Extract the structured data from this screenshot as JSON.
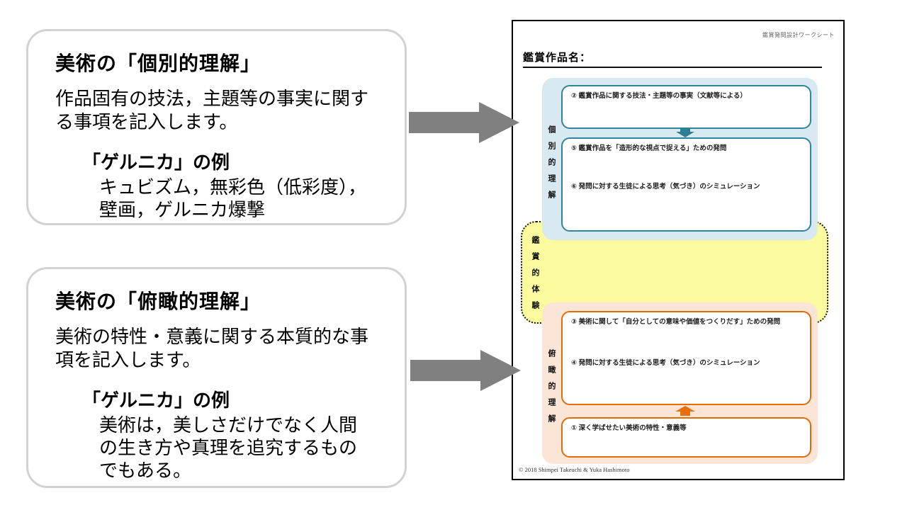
{
  "callouts": [
    {
      "title": "美術の「個別的理解」",
      "body": "作品固有の技法，主題等の事実に関す\nる事項を記入します。",
      "example_label": "「ゲルニカ」の例",
      "example_text": "キュビズム，無彩色（低彩度），\n壁画，ゲルニカ爆撃"
    },
    {
      "title": "美術の「俯瞰的理解」",
      "body": "美術の特性・意義に関する本質的な事\n項を記入します。",
      "example_label": "「ゲルニカ」の例",
      "example_text": "美術は，美しさだけでなく人間\nの生き方や真理を追究するもの\nでもある。"
    }
  ],
  "worksheet": {
    "page_label": "鑑賞発問設計ワークシート",
    "heading": "鑑賞作品名：",
    "sections": {
      "individual": {
        "vertical_label": "個別的理解",
        "box2": "② 鑑賞作品に関する技法・主題等の事実（文献等による）",
        "box5": "⑤ 鑑賞作品を「造形的な視点で捉える」ための発問",
        "box6": "⑥ 発問に対する生徒による思考（気づき）のシミュレーション"
      },
      "experience": {
        "vertical_label": "鑑賞的体験"
      },
      "overview": {
        "vertical_label": "俯瞰的理解",
        "box3": "③ 美術に関して「自分としての意味や価値をつくりだす」ための発問",
        "box4": "④ 発問に対する生徒による思考（気づき）のシミュレーション",
        "box1": "① 深く学ばせたい美術の特性・意義等"
      }
    },
    "copyright": "© 2018 Shimpei Takeuchi & Yuka Hashimoto"
  },
  "colors": {
    "teal_accent": "#31849b",
    "blue_section_fill": "#d9e9f1",
    "orange_accent": "#e36c0a",
    "orange_section_fill": "#fbe5d6",
    "yellow_zone_fill": "#fbfa9e",
    "gray_arrow": "#808080",
    "bubble_border": "#d2d2d2"
  }
}
